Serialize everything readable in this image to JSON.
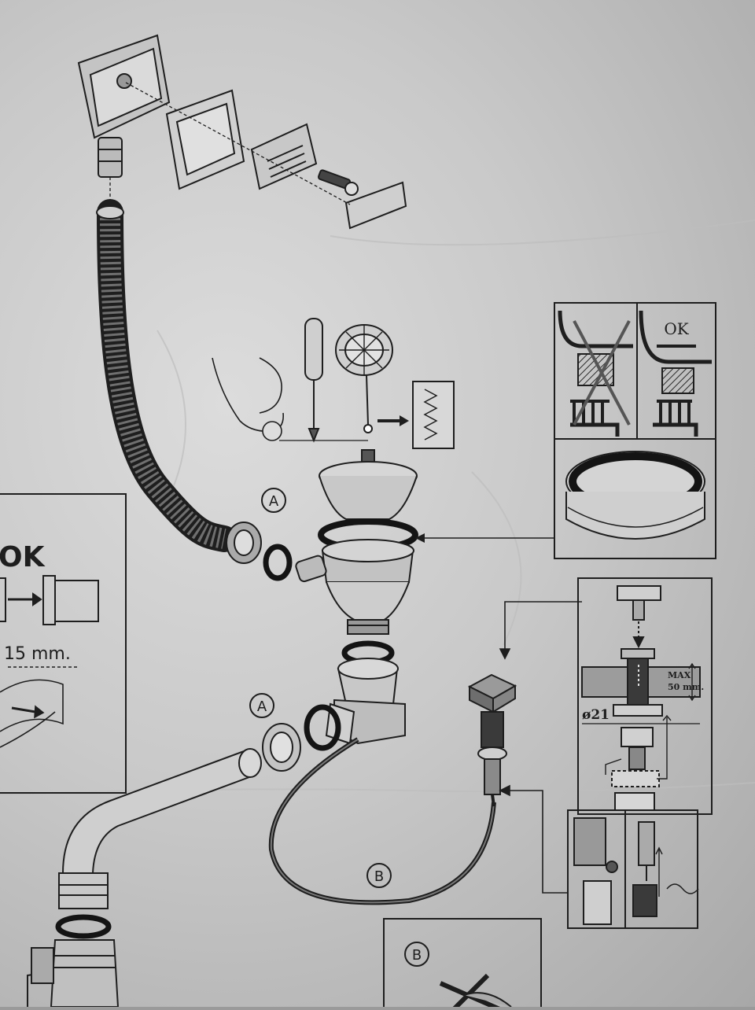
{
  "labels": {
    "ok_right": "OK",
    "ok_left": "OK",
    "dim_15": "15 mm.",
    "max_line1": "MAX",
    "max_line2": "50 mm.",
    "diameter": "ø21",
    "callout_a_top": "A",
    "callout_a_bottom": "A",
    "callout_b_hose": "B",
    "callout_b_box": "B"
  },
  "colors": {
    "paper": "#d2d2d2",
    "ink": "#1e1e1e",
    "gasket_dark": "#141414",
    "shade": "#8c8c8c"
  }
}
